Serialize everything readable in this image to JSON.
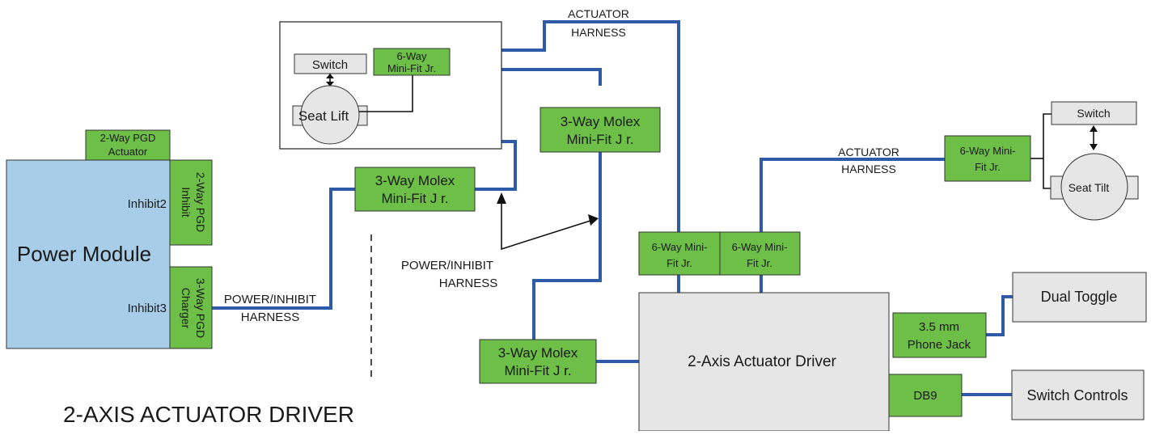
{
  "title": "2-AXIS ACTUATOR DRIVER",
  "power_module": {
    "label": "Power Module",
    "inhibit2": "Inhibit2",
    "inhibit3": "Inhibit3"
  },
  "connectors": {
    "pgd_actuator": [
      "2-Way PGD",
      "Actuator"
    ],
    "pgd_inhibit": [
      "2-Way PGD",
      "Inhibit"
    ],
    "pgd_charger": [
      "3-Way PGD",
      "Charger"
    ],
    "molex_top": [
      "3-Way Molex",
      "Mini-Fit J r."
    ],
    "molex_mid": [
      "3-Way Molex",
      "Mini-Fit J r."
    ],
    "molex_low": [
      "3-Way Molex",
      "Mini-Fit J r."
    ],
    "seat_lift_conn": [
      "6-Way",
      "Mini-Fit Jr."
    ],
    "driver_conn_left": [
      "6-Way Mini-",
      "Fit Jr."
    ],
    "driver_conn_right": [
      "6-Way Mini-",
      "Fit Jr."
    ],
    "seat_tilt_conn": [
      "6-Way Mini-",
      "Fit Jr."
    ],
    "phone_jack": [
      "3.5 mm",
      "Phone Jack"
    ],
    "db9": "DB9"
  },
  "devices": {
    "seat_lift_switch": "Switch",
    "seat_lift": "Seat Lift",
    "seat_tilt_switch": "Switch",
    "seat_tilt": "Seat Tilt",
    "actuator_driver": "2-Axis Actuator Driver",
    "dual_toggle": "Dual Toggle",
    "switch_controls": "Switch Controls"
  },
  "harness_labels": {
    "power_inhibit_left": [
      "POWER/INHIBIT",
      "HARNESS"
    ],
    "power_inhibit_center": [
      "POWER/INHIBIT",
      "HARNESS"
    ],
    "actuator_top": [
      "ACTUATOR",
      "HARNESS"
    ],
    "actuator_right": [
      "ACTUATOR",
      "HARNESS"
    ]
  },
  "colors": {
    "wire": "#2f5aa8",
    "connector_green": "#6dbf48",
    "power_module_blue": "#a8cde9",
    "device_grey": "#e6e6e6"
  }
}
